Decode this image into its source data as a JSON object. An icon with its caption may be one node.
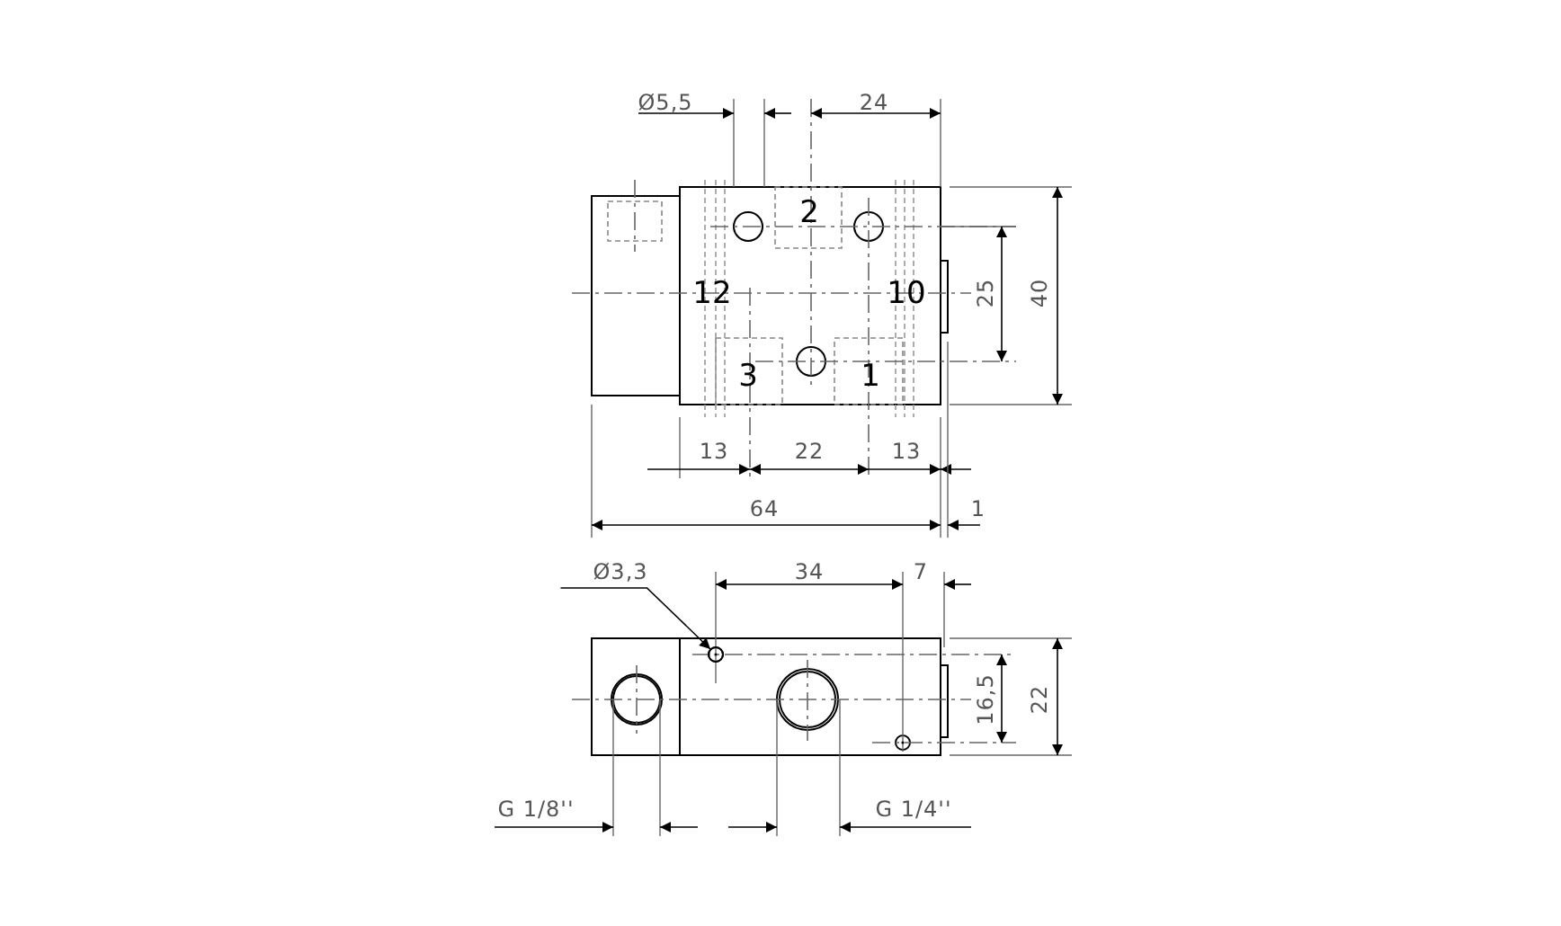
{
  "diagram": {
    "nodes": [
      {
        "text": [
          "Ø3,3"
        ]
      },
      {
        "text": [],
        "shape": "circle"
      }
    ],
    "edges": [
      {
        "from": 0,
        "to": 1,
        "arrow": "to"
      }
    ],
    "labels": [
      "Ø5,5",
      "24",
      "2",
      "12",
      "10",
      "25",
      "40",
      "3",
      "1",
      "13",
      "22",
      "13",
      "64",
      "1",
      "34",
      "7",
      "16,5",
      "22",
      "G 1/8''",
      "G 1/4''"
    ]
  }
}
